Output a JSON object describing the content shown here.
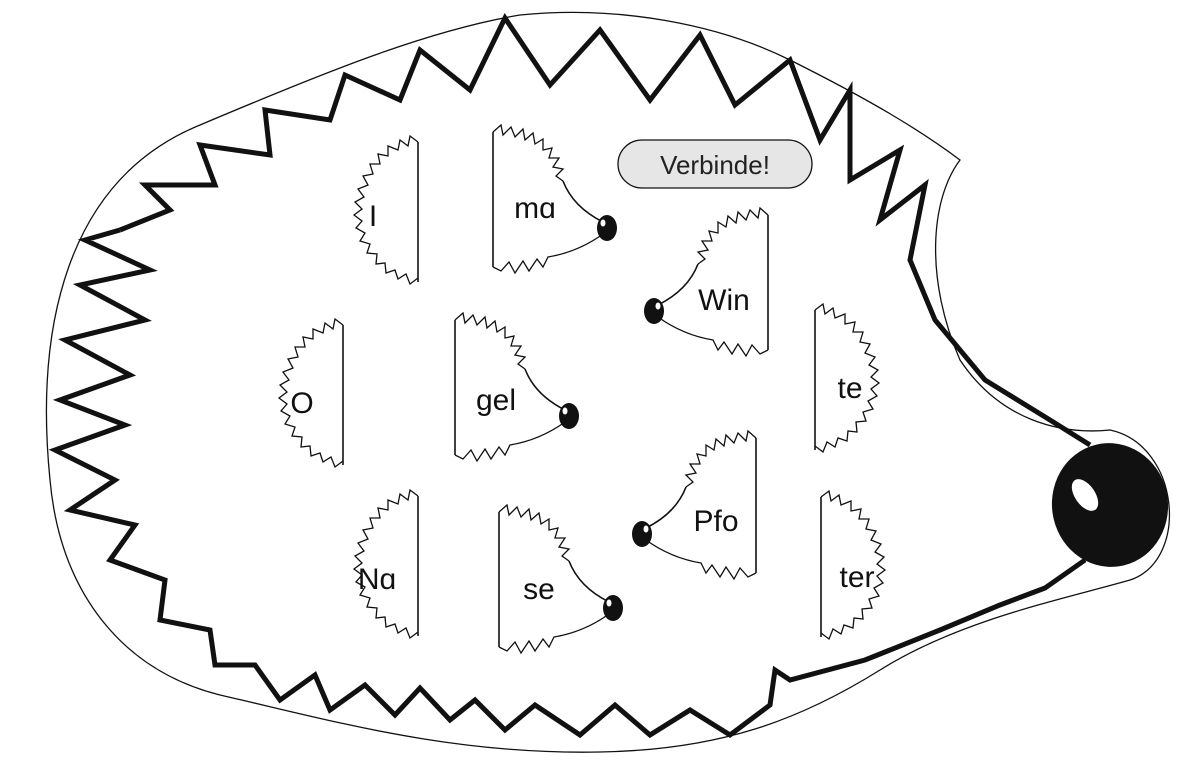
{
  "worksheet": {
    "instruction_button": {
      "label": "Verbinde!"
    },
    "syllables": [
      {
        "text": "I"
      },
      {
        "text": "mɑ"
      },
      {
        "text": "Win"
      },
      {
        "text": "O"
      },
      {
        "text": "gel"
      },
      {
        "text": "te"
      },
      {
        "text": "Nɑ"
      },
      {
        "text": "se"
      },
      {
        "text": "Pfo"
      },
      {
        "text": "ter"
      }
    ]
  },
  "colors": {
    "ink": "#111111",
    "button_fill": "#e6e6e6",
    "paper": "#ffffff"
  }
}
